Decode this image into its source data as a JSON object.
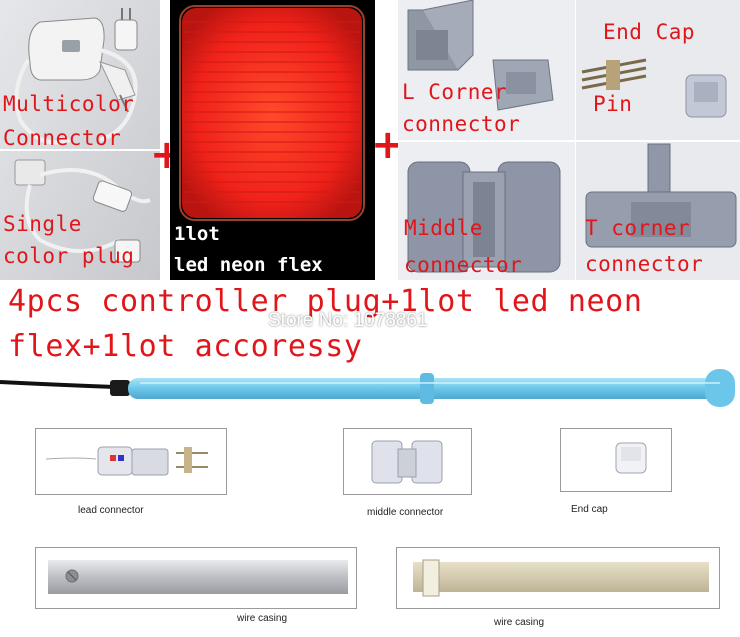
{
  "top_panels": {
    "multicolor_label_line1": "Multicolor",
    "multicolor_label_line2": "Connector",
    "single_label_line1": "Single",
    "single_label_line2": "color plug",
    "neon_label_line1": "1lot",
    "neon_label_line2": "led neon flex",
    "l_corner_line1": "L Corner",
    "l_corner_line2": "connector",
    "end_cap_label": "End Cap",
    "pin_label": "Pin",
    "middle_line1": "Middle",
    "middle_line2": "connector",
    "t_corner_line1": "T corner",
    "t_corner_line2": "connector",
    "plus_sign": "+"
  },
  "headline": {
    "line1": "4pcs controller plug+1lot led neon",
    "line2": "flex+1lot accoressy"
  },
  "watermark": "Store No: 1078861",
  "bottom": {
    "lead_connector": "lead connector",
    "middle_connector": "middle connector",
    "end_cap": "End cap",
    "wire_casing_left": "wire casing",
    "wire_casing_right": "wire casing"
  },
  "colors": {
    "label_red": "#e0161b",
    "neon_red": "#ff2a1a",
    "neon_blue": "#7fd0ee",
    "panel_gray": "#c9cbd4"
  }
}
